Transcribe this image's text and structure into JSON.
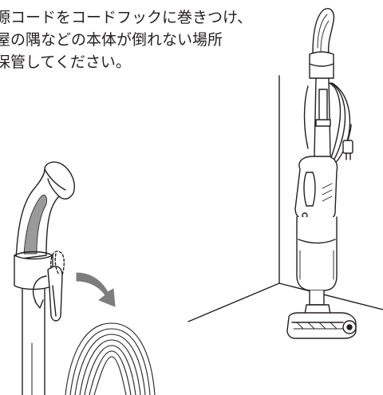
{
  "instructions": {
    "lines": [
      "源コードをコードフックに巻きつけ、",
      "屋の隅などの本体が倒れない場所",
      "保管してください。"
    ]
  },
  "illustrations": {
    "icons": [
      "stick-vacuum-icon",
      "cord-hook-icon",
      "coiled-power-cord-icon",
      "rotate-arrow-icon",
      "room-corner-icon"
    ],
    "line_color": "#231f20",
    "fill_color": "#ffffff",
    "shade_color": "#9a9a9a",
    "arrow_color": "#7d7d7d"
  }
}
